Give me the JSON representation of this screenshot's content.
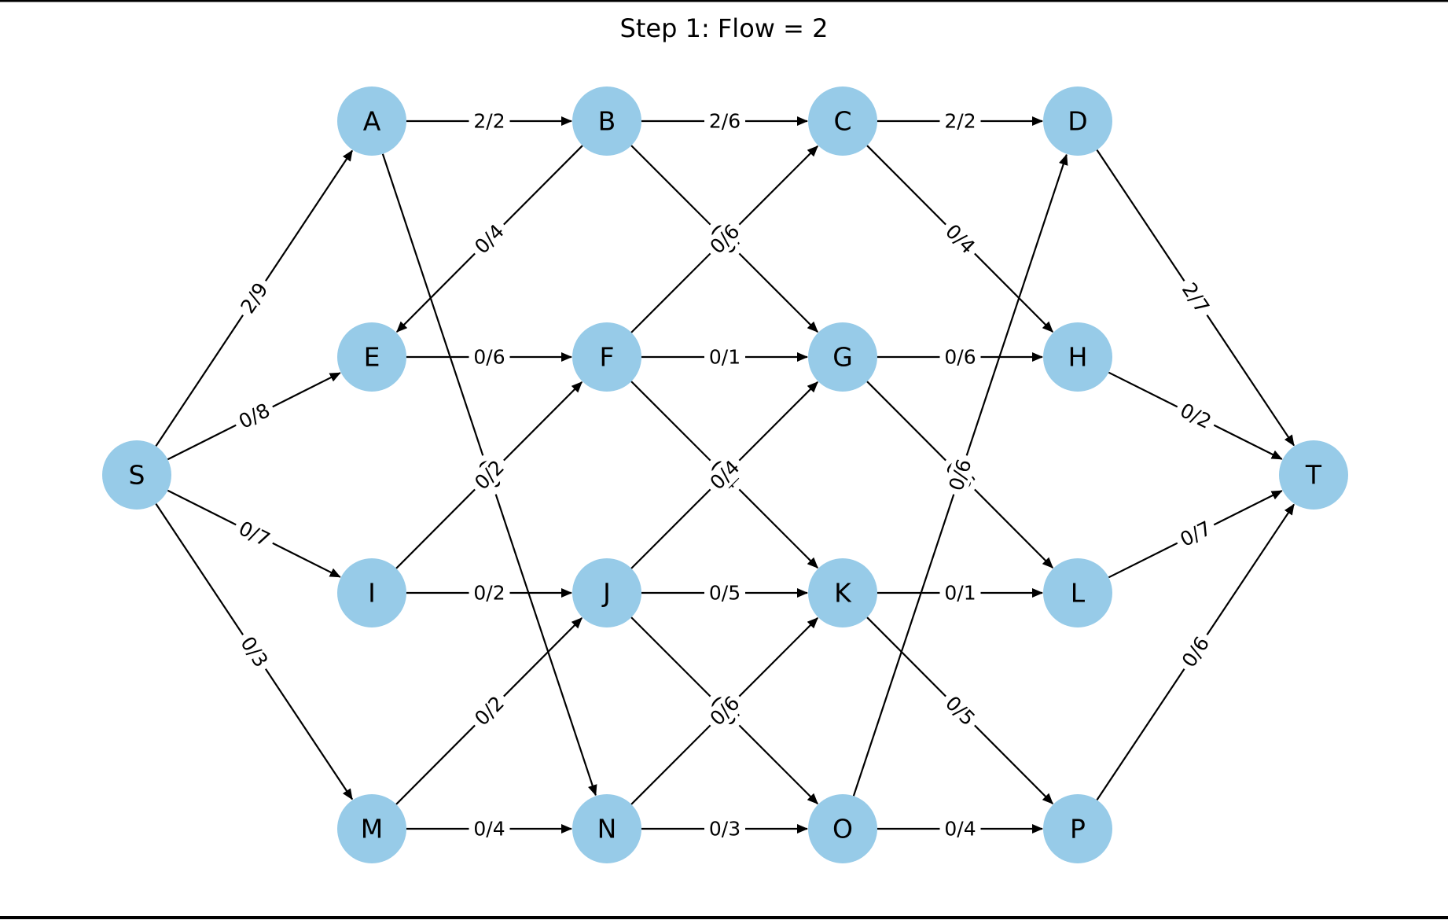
{
  "title": "Step 1: Flow = 2",
  "colors": {
    "node_fill": "#97cbe8",
    "edge": "#000000",
    "background": "#ffffff",
    "border": "#000000"
  },
  "nodes": [
    "S",
    "A",
    "E",
    "I",
    "M",
    "B",
    "F",
    "J",
    "N",
    "C",
    "G",
    "K",
    "O",
    "D",
    "H",
    "L",
    "P",
    "T"
  ],
  "edges": [
    {
      "from": "S",
      "to": "A",
      "label": "2/9"
    },
    {
      "from": "S",
      "to": "E",
      "label": "0/8"
    },
    {
      "from": "S",
      "to": "I",
      "label": "0/7"
    },
    {
      "from": "S",
      "to": "M",
      "label": "0/3"
    },
    {
      "from": "A",
      "to": "B",
      "label": "2/2"
    },
    {
      "from": "A",
      "to": "N",
      "label": "0/2"
    },
    {
      "from": "B",
      "to": "C",
      "label": "2/6"
    },
    {
      "from": "B",
      "to": "E",
      "label": "0/4"
    },
    {
      "from": "B",
      "to": "G",
      "label": "0/6"
    },
    {
      "from": "C",
      "to": "D",
      "label": "2/2"
    },
    {
      "from": "C",
      "to": "H",
      "label": "0/4"
    },
    {
      "from": "D",
      "to": "T",
      "label": "2/7"
    },
    {
      "from": "E",
      "to": "F",
      "label": "0/6"
    },
    {
      "from": "F",
      "to": "G",
      "label": "0/1"
    },
    {
      "from": "F",
      "to": "C",
      "label": "0/6"
    },
    {
      "from": "F",
      "to": "K",
      "label": "0/4"
    },
    {
      "from": "G",
      "to": "H",
      "label": "0/6"
    },
    {
      "from": "G",
      "to": "L",
      "label": "0/6"
    },
    {
      "from": "H",
      "to": "T",
      "label": "0/2"
    },
    {
      "from": "I",
      "to": "F",
      "label": "0/2"
    },
    {
      "from": "I",
      "to": "J",
      "label": "0/2"
    },
    {
      "from": "J",
      "to": "K",
      "label": "0/5"
    },
    {
      "from": "J",
      "to": "G",
      "label": "0/4"
    },
    {
      "from": "J",
      "to": "O",
      "label": "0/6"
    },
    {
      "from": "K",
      "to": "L",
      "label": "0/1"
    },
    {
      "from": "K",
      "to": "P",
      "label": "0/5"
    },
    {
      "from": "L",
      "to": "T",
      "label": "0/7"
    },
    {
      "from": "M",
      "to": "J",
      "label": "0/2"
    },
    {
      "from": "M",
      "to": "N",
      "label": "0/4"
    },
    {
      "from": "N",
      "to": "O",
      "label": "0/3"
    },
    {
      "from": "N",
      "to": "K",
      "label": "0/6"
    },
    {
      "from": "O",
      "to": "P",
      "label": "0/4"
    },
    {
      "from": "O",
      "to": "D",
      "label": "0/6"
    },
    {
      "from": "P",
      "to": "T",
      "label": "0/6"
    }
  ]
}
